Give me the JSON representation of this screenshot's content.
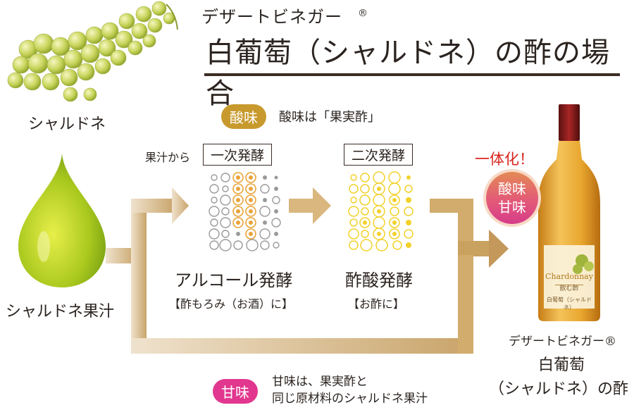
{
  "title": {
    "subtitle": "デザートビネガー",
    "registered_mark": "®",
    "main": "白葡萄（シャルドネ）の酢の場合"
  },
  "grapes": {
    "label": "シャルドネ"
  },
  "juice": {
    "label": "シャルドネ果汁"
  },
  "acid_note": {
    "badge": "酸味",
    "text": "酸味は「果実酢」"
  },
  "sweet_note": {
    "badge": "甘味",
    "line1": "甘味は、果実酢と",
    "line2": "同じ原材料のシャルドネ果汁"
  },
  "stage1": {
    "prefix": "果汁から",
    "box": "一次発酵",
    "name": "アルコール発酵",
    "result": "【酢もろみ（お酒）に】"
  },
  "stage2": {
    "box": "二次発酵",
    "name": "酢酸発酵",
    "result": "【お酢に】"
  },
  "unify": {
    "label": "一体化！",
    "badge_line1": "酸味",
    "badge_line2": "甘味"
  },
  "product": {
    "line1": "デザートビネガー®",
    "line2": "白葡萄",
    "line3": "（シャルドネ）の酢",
    "bottle_text": "Chardonnay",
    "bottle_sub": "飲む酢",
    "bottle_sub2": "白葡萄（シャルドネ）"
  },
  "colors": {
    "arrow": "#d7b98c",
    "sour_badge": "#c89a2e",
    "sweet_badge": "#e2378f",
    "alcohol_dots": "#e9a33a",
    "vinegar_dots": "#f2d12a",
    "gray_dots": "#9a9a9a"
  }
}
